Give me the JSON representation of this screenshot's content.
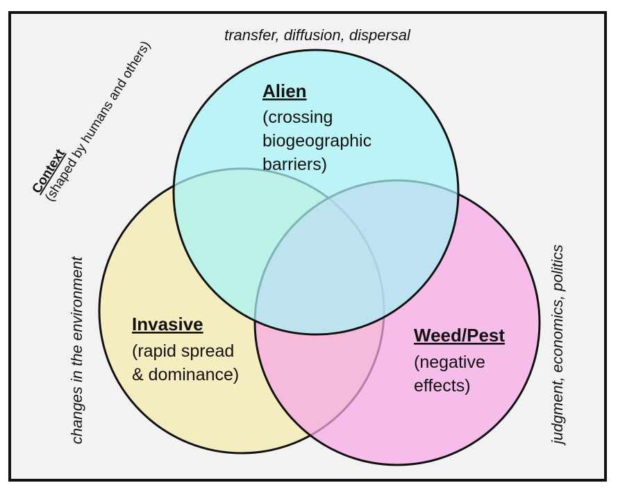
{
  "context": {
    "title": "Context",
    "subtitle": "(shaped by humans and others)"
  },
  "sides": {
    "top": "transfer, diffusion, dispersal",
    "left": "changes in the environment",
    "right": "judgment, economics, politics"
  },
  "circles": {
    "alien": {
      "title": "Alien",
      "lines": [
        "(crossing",
        "biogeographic",
        "barriers)"
      ],
      "color": "#b8f6f8"
    },
    "invasive": {
      "title": "Invasive",
      "lines": [
        "(rapid spread",
        "& dominance)"
      ],
      "color": "#f5ebb9"
    },
    "weed": {
      "title": "Weed/Pest",
      "lines": [
        "(negative",
        "effects)"
      ],
      "color": "#f8bbed"
    }
  }
}
